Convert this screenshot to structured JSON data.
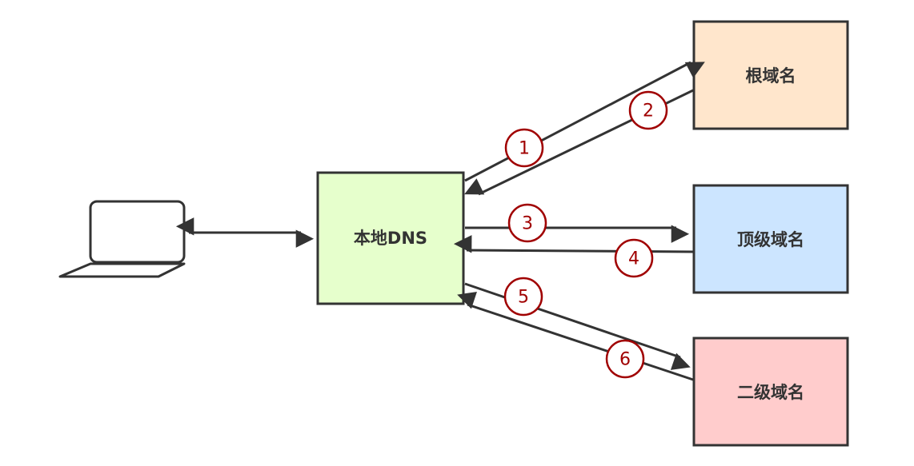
{
  "nodes": {
    "local_dns": {
      "label": "本地DNS",
      "color": "#e6ffcc"
    },
    "root": {
      "label": "根域名",
      "color": "#ffe6cc"
    },
    "tld": {
      "label": "顶级域名",
      "color": "#cce5ff"
    },
    "second": {
      "label": "二级域名",
      "color": "#ffcccc"
    }
  },
  "steps": [
    "1",
    "2",
    "3",
    "4",
    "5",
    "6"
  ]
}
